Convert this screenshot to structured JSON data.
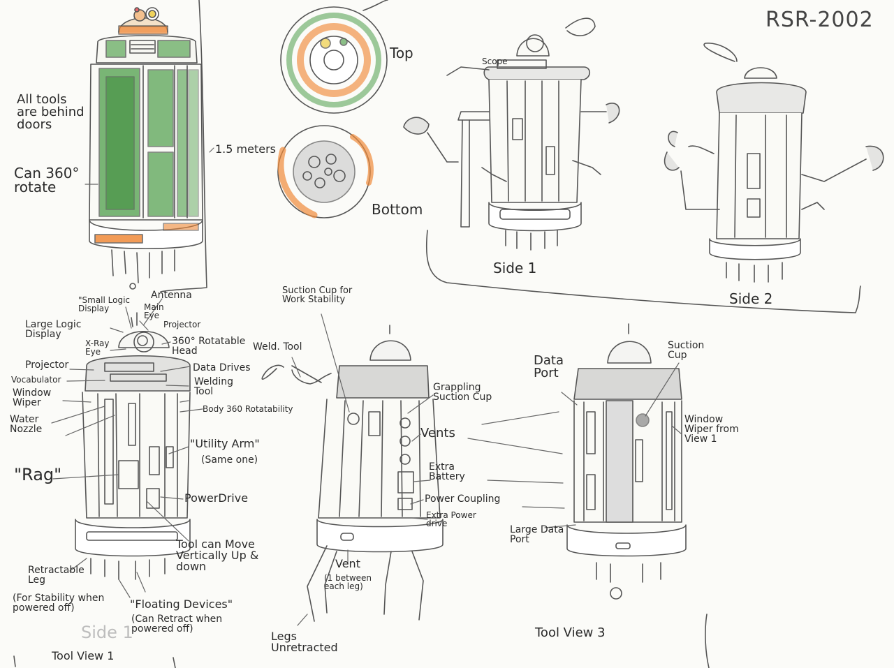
{
  "signature": "RSR-2002",
  "top_view": {
    "label": "Top"
  },
  "bottom_view": {
    "label": "Bottom"
  },
  "overview": {
    "doors_note": "All tools are behind doors",
    "rotate_note": "Can 360° rotate",
    "height_note": "1.5 meters"
  },
  "side_views": {
    "side1": "Side 1",
    "side2": "Side 2",
    "side1_stray": "Scope"
  },
  "tool_view_1": {
    "title": "Tool View 1",
    "ghost": "Side 1",
    "labels": {
      "small_logic_display": "\"Small Logic Display",
      "antenna": "Antenna",
      "main_eye": "Main Eye",
      "projector_top": "Projector",
      "large_logic_display": "Large Logic Display",
      "xray_eye": "X-Ray Eye",
      "rotatable_head": "360° Rotatable Head",
      "projector": "Projector",
      "vocabulator": "Vocabulator",
      "data_drives": "Data Drives",
      "welding_tool": "Welding Tool",
      "window_wiper": "Window Wiper",
      "body_rotatability": "Body 360 Rotatability",
      "water_nozzle": "Water Nozzle",
      "utility_arm": "\"Utility Arm\"",
      "same_one": "(Same one)",
      "rag": "\"Rag\"",
      "power_drive": "PowerDrive",
      "tool_move": "Tool can Move Vertically Up & down",
      "retractable_leg": "Retractable Leg",
      "for_stability": "(For Stability when powered off)",
      "floating_devices": "\"Floating Devices\"",
      "can_retract": "(Can Retract when powered off)"
    }
  },
  "tool_view_2": {
    "labels": {
      "suction_cup": "Suction Cup for Work Stability",
      "weld_tool": "Weld. Tool",
      "grappling_cup": "Grappling Suction Cup",
      "vents": "Vents",
      "extra_battery": "Extra Battery",
      "power_coupling": "Power Coupling",
      "extra_power_drive": "Extra Power drive",
      "vent": "Vent",
      "vent_note": "(1 between each leg)",
      "legs": "Legs Unretracted"
    }
  },
  "tool_view_3": {
    "title": "Tool View 3",
    "labels": {
      "data_port": "Data Port",
      "suction_cup": "Suction Cup",
      "window_wiper": "Window Wiper from View 1",
      "large_data_port": "Large Data Port"
    }
  },
  "colors": {
    "pencil": "#555555",
    "green": "#4e9e4a",
    "orange": "#f08a3a",
    "paper": "#fbfbf8"
  }
}
